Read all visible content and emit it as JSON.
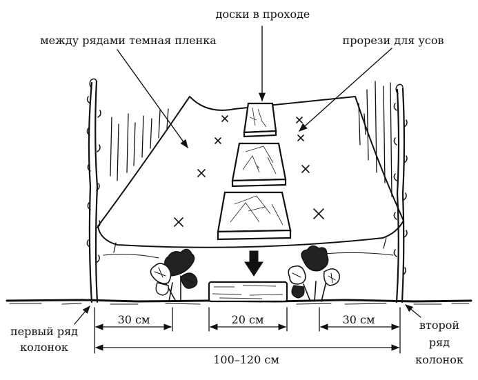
{
  "labels": {
    "boards_in_aisle": "доски в проходе",
    "dark_film_between_rows": "между рядами темная пленка",
    "slits_for_runners": "прорези для усов",
    "first_row_line1": "первый ряд",
    "first_row_line2": "колонок",
    "second_row_line1": "второй",
    "second_row_line2": "ряд",
    "second_row_line3": "колонок",
    "dim_left": "30 см",
    "dim_center": "20 см",
    "dim_right": "30 см",
    "dim_total": "100–120 см"
  }
}
